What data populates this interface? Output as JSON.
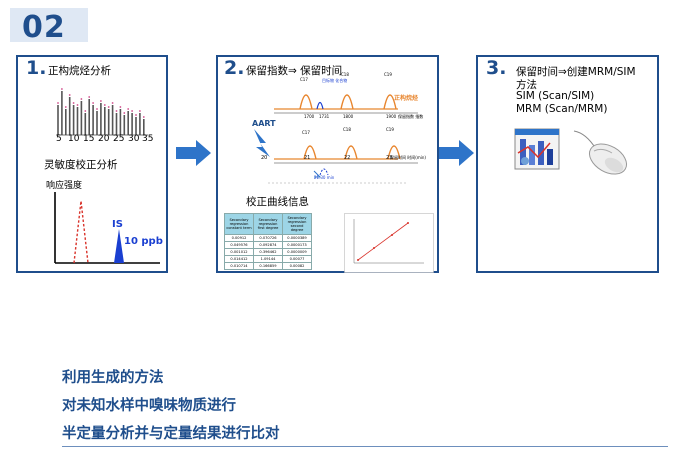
{
  "header": {
    "number": "02"
  },
  "panel1": {
    "number": "1.",
    "title": "正构烷烃分析",
    "xticks": [
      "5",
      "10",
      "15",
      "20",
      "25",
      "30",
      "35"
    ],
    "subtitle": "灵敏度校正分析",
    "ylabel": "响应强度",
    "peak_label": "IS",
    "conc_label": "10 ppb"
  },
  "panel2": {
    "number": "2.",
    "title": "保留指数⇒ 保留时间",
    "top_peaks": [
      "C17",
      "C18",
      "C19"
    ],
    "top_axis": [
      "1700",
      "1731",
      "1800",
      "1900"
    ],
    "top_axis_label": "保留指数 指数",
    "compound_label": "目标物 化合物",
    "alkane_label": "正构烷烃",
    "aart_label": "AART",
    "bottom_peaks": [
      "C17",
      "C18",
      "C19"
    ],
    "bottom_axis": [
      "20",
      "21",
      "22",
      "23"
    ],
    "bottom_axis_label": "保留时间 时间(min)",
    "rt_label": "21.30 min",
    "calib_title": "校正曲线信息",
    "table_headers": [
      "Secondary regression constant term",
      "Secondary regression first degree",
      "Secondary regression second degree"
    ],
    "table_rows": [
      [
        "0.00912",
        "0.070726",
        "0.0000389"
      ],
      [
        "0.049576",
        "0.092874",
        "0.0000173"
      ],
      [
        "0.001012",
        "0.396462",
        "0.0000009"
      ],
      [
        "0.014412",
        "1.09144",
        "0.00077"
      ],
      [
        "0.010714",
        "0.166859",
        "0.00082"
      ]
    ]
  },
  "panel3": {
    "number": "3.",
    "line1": "保留时间⇒创建MRM/SIM",
    "line2": "方法",
    "line3": "SIM (Scan/SIM)",
    "line4": "MRM (Scan/MRM)"
  },
  "bottom_text": [
    "利用生成的方法",
    "对未知水样中嗅味物质进行",
    "半定量分析并与定量结果进行比对"
  ],
  "colors": {
    "accent": "#1f4e8c",
    "arrow": "#2e74c9",
    "peak_orange": "#e8862f",
    "is_blue": "#1a3fd1",
    "dashed_red": "#d9332b"
  },
  "icons": [
    "method-file-icon",
    "computer-mouse-icon"
  ]
}
